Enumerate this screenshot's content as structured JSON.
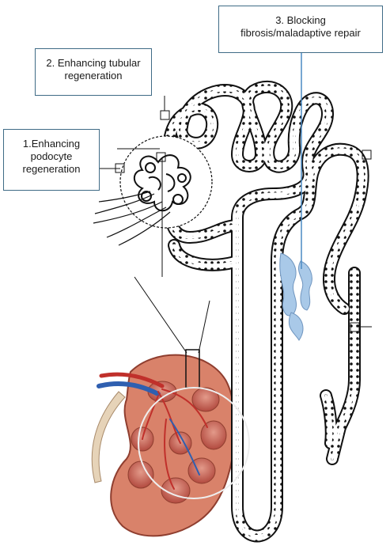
{
  "callouts": {
    "podocyte": {
      "line1": "1.Enhancing",
      "line2": "podocyte",
      "line3": "regeneration"
    },
    "tubular": {
      "line1": "2. Enhancing tubular",
      "line2": "regeneration"
    },
    "fibrosis": {
      "line1": "3. Blocking",
      "line2": "fibrosis/maladaptive repair"
    }
  },
  "colors": {
    "callout_border": "#3f6b86",
    "tubule_outline": "#111111",
    "fibrosis_blue": "#a9c9e8",
    "kidney_cortex": "#d9826a",
    "kidney_medulla": "#c45a4a",
    "renal_artery": "#c0302b",
    "renal_vein": "#2f5fb0"
  }
}
